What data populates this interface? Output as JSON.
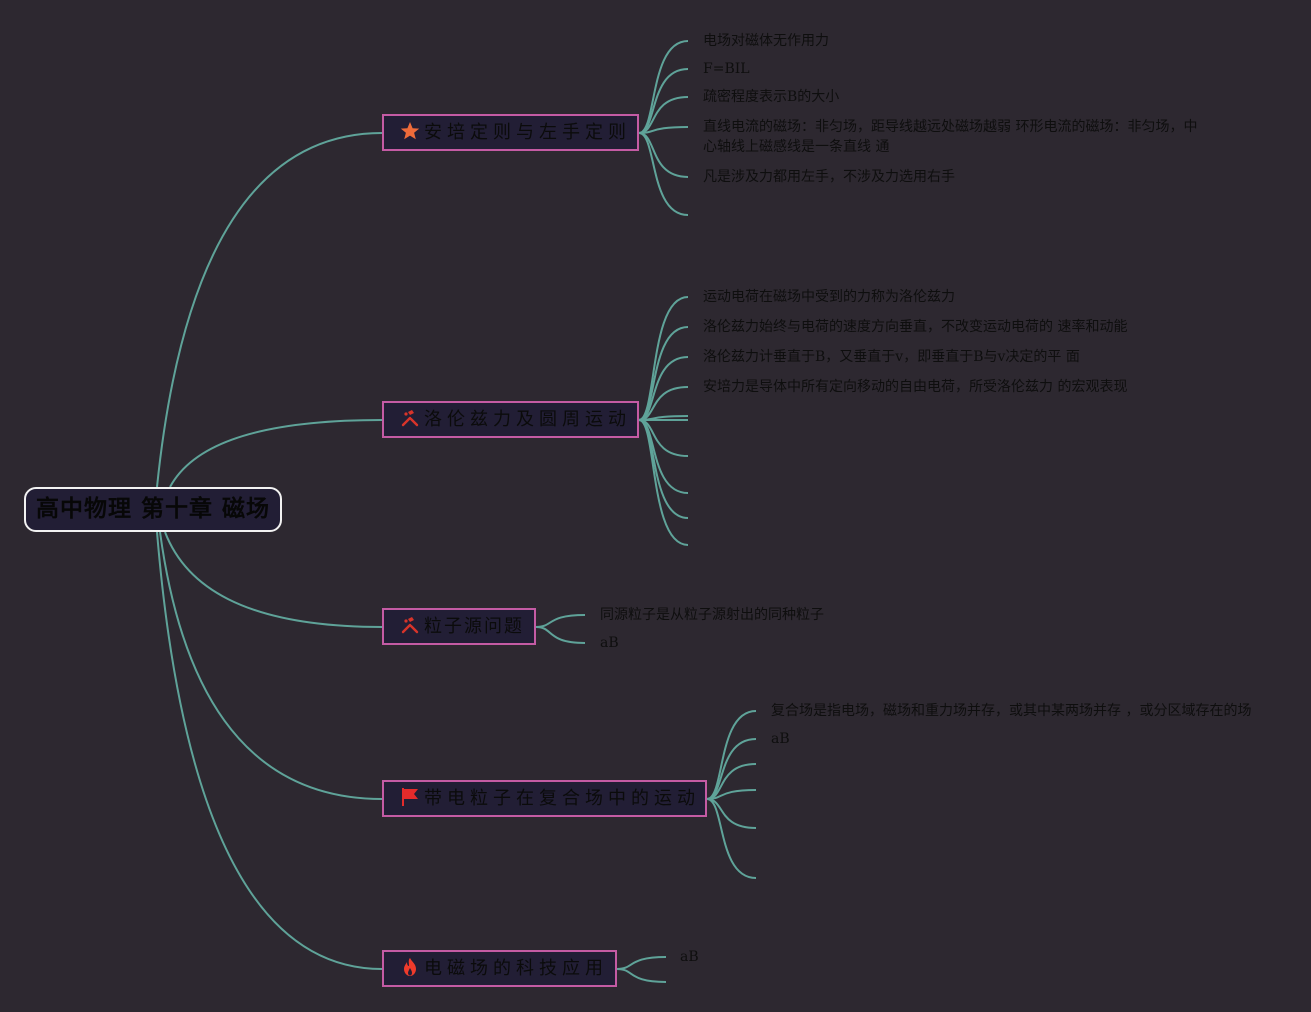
{
  "root": {
    "title": "高中物理 第十章 磁场"
  },
  "branches": [
    {
      "label": "安培定则与左手定则",
      "icon": "star-icon",
      "icon_color": "#ee6b3a",
      "leaves": [
        "电场对磁体无作用力",
        "F=BIL",
        "疏密程度表示B的大小",
        "直线电流的磁场：非匀场，距导线越远处磁场越弱 环形电流的磁场：非匀场，中心轴线上磁感线是一条直线 通",
        "凡是涉及力都用左手，不涉及力选用右手",
        ""
      ]
    },
    {
      "label": "洛伦兹力及圆周运动",
      "icon": "tools-icon",
      "icon_color": "#d8342a",
      "leaves": [
        "运动电荷在磁场中受到的力称为洛伦兹力",
        "洛伦兹力始终与电荷的速度方向垂直，不改变运动电荷的 速率和动能",
        "洛伦兹力计垂直于B，又垂直于v，即垂直于B与v决定的平 面",
        "安培力是导体中所有定向移动的自由电荷，所受洛伦兹力 的宏观表现",
        "",
        "",
        "",
        "",
        "",
        ""
      ]
    },
    {
      "label": "粒子源问题",
      "icon": "tools-icon",
      "icon_color": "#d8342a",
      "leaves": [
        "同源粒子是从粒子源射出的同种粒子",
        "aB"
      ]
    },
    {
      "label": "带电粒子在复合场中的运动",
      "icon": "flag-icon",
      "icon_color": "#e42b2b",
      "leaves": [
        "复合场是指电场，磁场和重力场并存，或其中某两场并存 ，或分区域存在的场",
        "aB",
        "",
        "",
        "",
        ""
      ]
    },
    {
      "label": "电磁场的科技应用",
      "icon": "fire-icon",
      "icon_color": "#ef3b2b",
      "leaves": [
        "aB",
        ""
      ]
    }
  ],
  "colors": {
    "background": "#2d2830",
    "connector": "#5fa399",
    "topic_border": "#c45ba4",
    "topic_fill": "#221e35"
  }
}
